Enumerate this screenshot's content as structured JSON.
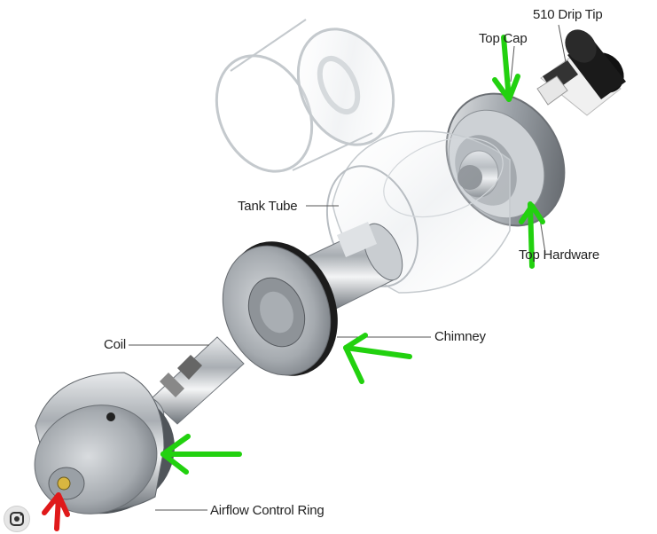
{
  "labels": {
    "drip_tip": "510 Drip Tip",
    "top_cap": "Top Cap",
    "tank_tube": "Tank Tube",
    "top_hardware": "Top Hardware",
    "chimney": "Chimney",
    "coil": "Coil",
    "airflow_ring": "Airflow Control Ring"
  },
  "colors": {
    "arrow_green": "#22d10f",
    "arrow_red": "#e0191a",
    "metal": "#9ea3a8",
    "leader": "#555555"
  },
  "icons": {
    "lens": "lens-search-icon"
  }
}
